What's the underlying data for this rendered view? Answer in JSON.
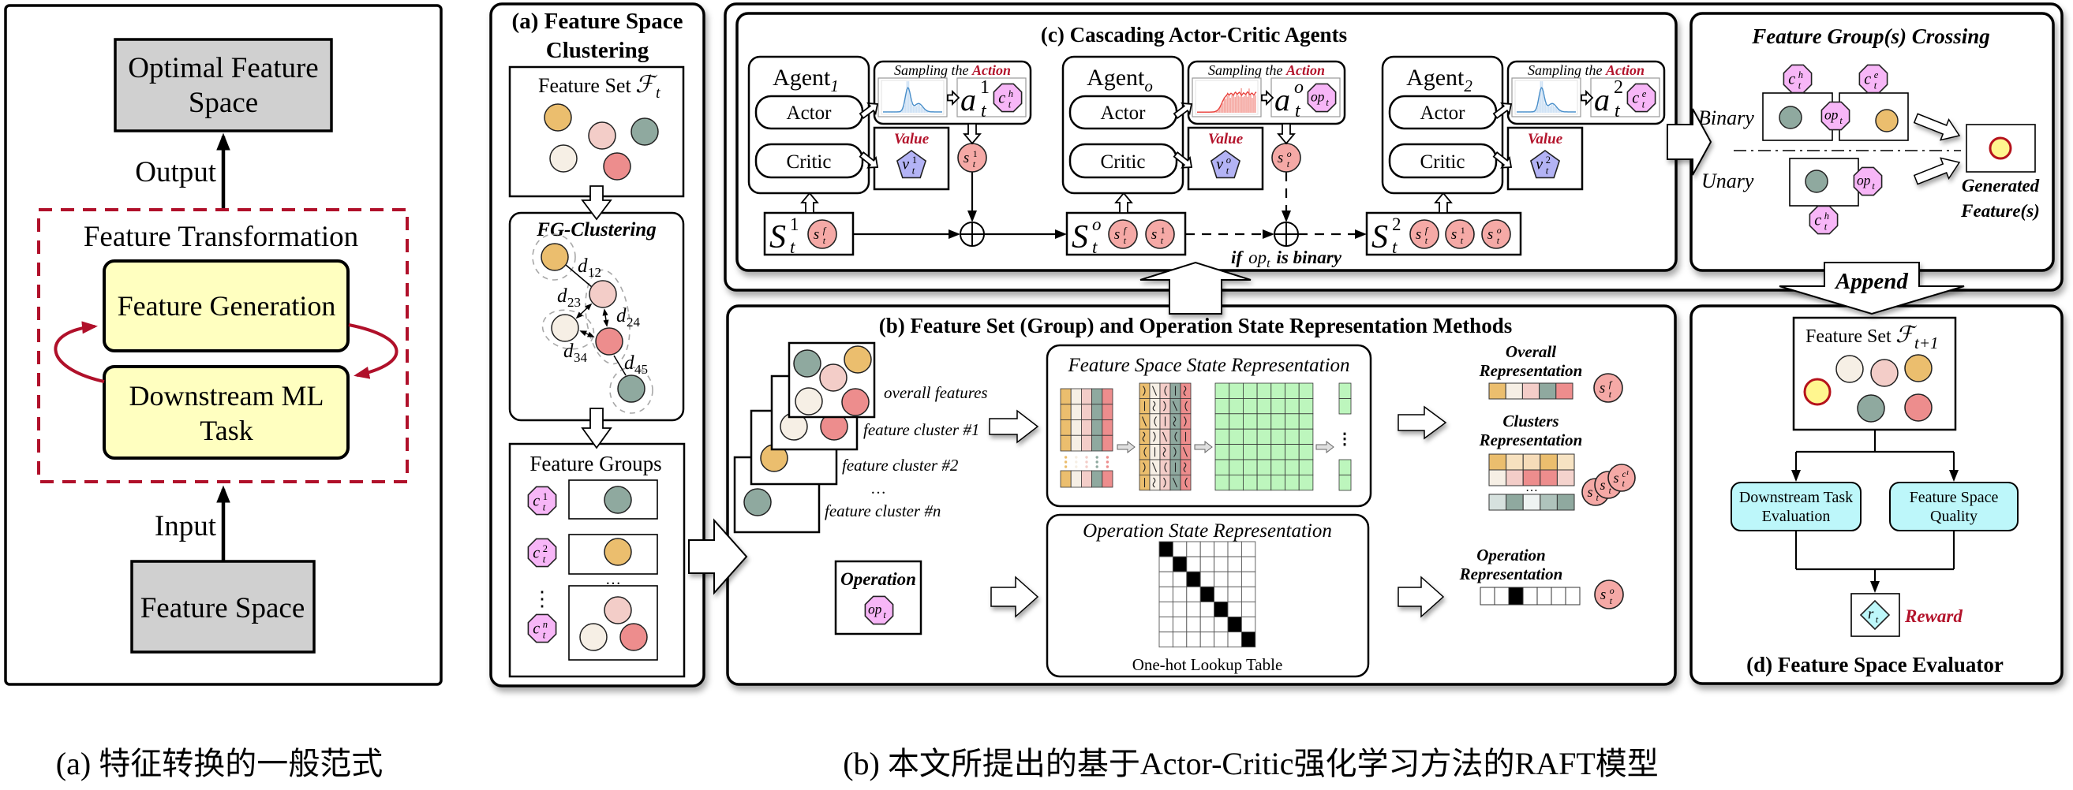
{
  "palette": {
    "orange": "#ebbe6e",
    "pink": "#f3cdc8",
    "teal": "#8fa99f",
    "cream": "#f6efe5",
    "red": "#ed8d8d",
    "generated_fill": "#fff68f",
    "generated_stroke": "#b5121b",
    "octagon": "#f7b6f7",
    "pentagon": "#b3b3f5",
    "state_token": "#f5a9a6",
    "eval_box": "#bdf7fa",
    "embedding": "#bdf6bd",
    "gray_box": "#d0d0d0",
    "yellow_box": "#ffffc0",
    "accent_red": "#b3132b",
    "loop_red": "#b0102a"
  },
  "paradigm": {
    "optimal_lines": [
      "Optimal Feature",
      "Space"
    ],
    "output_label": "Output",
    "transformation_title": "Feature Transformation",
    "generation_label": "Feature Generation",
    "downstream_lines": [
      "Downstream ML",
      "Task"
    ],
    "input_label": "Input",
    "feature_space_label": "Feature Space"
  },
  "clustering": {
    "title_lines": [
      "(a) Feature Space",
      "Clustering"
    ],
    "feature_set": {
      "label": "Feature Set",
      "symbol": "ℱ",
      "sub": "t"
    },
    "fg_title": "FG-Clustering",
    "distances": [
      {
        "sym": "d",
        "sub": "12"
      },
      {
        "sym": "d",
        "sub": "23"
      },
      {
        "sym": "d",
        "sub": "24"
      },
      {
        "sym": "d",
        "sub": "34"
      },
      {
        "sym": "d",
        "sub": "45"
      }
    ],
    "groups_title": "Feature Groups",
    "groups": [
      {
        "sym": "c",
        "sup": "1",
        "sub": "t"
      },
      {
        "sym": "c",
        "sup": "2",
        "sub": "t"
      },
      {
        "sym": "c",
        "sup": "n",
        "sub": "t"
      }
    ],
    "horizontal_ellipsis": "…",
    "vertical_ellipsis": "⋮"
  },
  "agents_panel": {
    "title": "(c) Cascading Actor-Critic Agents",
    "agents": [
      {
        "name": "Agent",
        "sub": "1",
        "actor": "Actor",
        "critic": "Critic",
        "sampling_prefix": "Sampling the ",
        "sampling_keyword": "Action",
        "action": {
          "sym": "a",
          "sup": "1",
          "sub": "t"
        },
        "action_token": {
          "sym": "c",
          "sup": "h",
          "sub": "t"
        },
        "value_label": "Value",
        "value": {
          "sym": "v",
          "sup": "1",
          "sub": "t"
        },
        "step_state": {
          "sym": "s",
          "sup": "1",
          "sub": "t"
        },
        "distribution": {
          "shape": "peaked",
          "line_color": "#4a8fca",
          "bar_color": "#cfe2f5"
        }
      },
      {
        "name": "Agent",
        "sub": "o",
        "actor": "Actor",
        "critic": "Critic",
        "sampling_prefix": "Sampling the ",
        "sampling_keyword": "Action",
        "action": {
          "sym": "a",
          "sup": "o",
          "sub": "t"
        },
        "action_token": {
          "sym": "op",
          "sub": "t"
        },
        "value_label": "Value",
        "value": {
          "sym": "v",
          "sup": "o",
          "sub": "t"
        },
        "step_state": {
          "sym": "s",
          "sup": "o",
          "sub": "t"
        },
        "distribution": {
          "shape": "plateau",
          "line_color": "#e8423d",
          "bar_color": "#f5aaa4"
        }
      },
      {
        "name": "Agent",
        "sub": "2",
        "actor": "Actor",
        "critic": "Critic",
        "sampling_prefix": "Sampling the ",
        "sampling_keyword": "Action",
        "action": {
          "sym": "a",
          "sup": "2",
          "sub": "t"
        },
        "action_token": {
          "sym": "c",
          "sup": "e",
          "sub": "t"
        },
        "value_label": "Value",
        "value": {
          "sym": "v",
          "sup": "2",
          "sub": "t"
        },
        "step_state": null,
        "distribution": {
          "shape": "peaked",
          "line_color": "#4a8fca",
          "bar_color": "#cfe2f5"
        }
      }
    ],
    "states": [
      {
        "sym": "S",
        "sup": "1",
        "sub": "t",
        "tokens": [
          {
            "sym": "s",
            "sup": "f",
            "sub": "t"
          }
        ]
      },
      {
        "sym": "S",
        "sup": "o",
        "sub": "t",
        "tokens": [
          {
            "sym": "s",
            "sup": "f",
            "sub": "t"
          },
          {
            "sym": "s",
            "sup": "1",
            "sub": "t"
          }
        ]
      },
      {
        "sym": "S",
        "sup": "2",
        "sub": "t",
        "tokens": [
          {
            "sym": "s",
            "sup": "f",
            "sub": "t"
          },
          {
            "sym": "s",
            "sup": "1",
            "sub": "t"
          },
          {
            "sym": "s",
            "sup": "o",
            "sub": "t"
          }
        ]
      }
    ],
    "condition": {
      "if": "if",
      "op": "op",
      "op_sub": "t",
      "rest": "is binary"
    }
  },
  "crossing": {
    "title": "Feature Group(s) Crossing",
    "binary_label": "Binary",
    "unary_label": "Unary",
    "binary": {
      "left_group": {
        "sym": "c",
        "sup": "h",
        "sub": "t"
      },
      "right_group": {
        "sym": "c",
        "sup": "e",
        "sub": "t"
      },
      "operation": {
        "sym": "op",
        "sub": "t"
      }
    },
    "unary": {
      "group": {
        "sym": "c",
        "sup": "h",
        "sub": "t"
      },
      "operation": {
        "sym": "op",
        "sub": "t"
      }
    },
    "generated_lines": [
      "Generated",
      "Feature(s)"
    ],
    "append_label": "Append"
  },
  "representation": {
    "title": "(b) Feature Set (Group) and Operation State Representation Methods",
    "stack_labels": [
      "overall features",
      "feature cluster #1",
      "feature cluster #2",
      "…",
      "feature cluster #n"
    ],
    "feature_state_title": "Feature Space State Representation",
    "feature_state": {
      "raw_columns": [
        "orange",
        "cream",
        "pink",
        "teal",
        "red"
      ],
      "raw_rows_shown": 4,
      "encoded_rows": 7,
      "embedding_size": 7
    },
    "overall_lines": [
      "Overall",
      "Representation"
    ],
    "overall_bar": [
      "orange",
      "cream",
      "pink",
      "teal",
      "red"
    ],
    "overall_token": {
      "sym": "s",
      "sup": "f",
      "sub": "t"
    },
    "clusters_lines": [
      "Clusters",
      "Representation"
    ],
    "cluster_rows": [
      [
        "#ebbe6e",
        "#f7e1bf",
        "#f6dcb9",
        "#ebbe6e",
        "#f7e3c3"
      ],
      [
        "#f6efe5",
        "#f3cdc8",
        "#ed8d8d",
        "#ed8d8d",
        "#f4d3cd"
      ],
      [
        "#d6e1de",
        "#8fa99f",
        "#eef3f2",
        "#afc3bc",
        "#8fa99f"
      ]
    ],
    "clusters_ellipsis": "…",
    "cluster_token": {
      "sym": "s",
      "sup": "c¹",
      "sub": "t"
    },
    "operation_label": "Operation",
    "operation_token": {
      "sym": "op",
      "sub": "t"
    },
    "operation_state_title": "Operation State Representation",
    "one_hot_size": 7,
    "lookup_label": "One-hot Lookup Table",
    "operation_repr_lines": [
      "Operation",
      "Representation"
    ],
    "operation_repr_length": 7,
    "operation_hot_index": 2,
    "operation_state_token": {
      "sym": "s",
      "sup": "o",
      "sub": "t"
    },
    "vector_ellipsis": "⋮"
  },
  "evaluator": {
    "feature_set": {
      "label": "Feature Set",
      "symbol": "ℱ",
      "sub": "t+1"
    },
    "downstream_lines": [
      "Downstream Task",
      "Evaluation"
    ],
    "quality_lines": [
      "Feature Space",
      "Quality"
    ],
    "reward_token": {
      "sym": "r",
      "sub": "t"
    },
    "reward_label": "Reward",
    "title": "(d) Feature Space Evaluator"
  },
  "captions": {
    "paradigm": "(a) 特征转换的一般范式",
    "model": "(b) 本文所提出的基于Actor-Critic强化学习方法的RAFT模型"
  }
}
